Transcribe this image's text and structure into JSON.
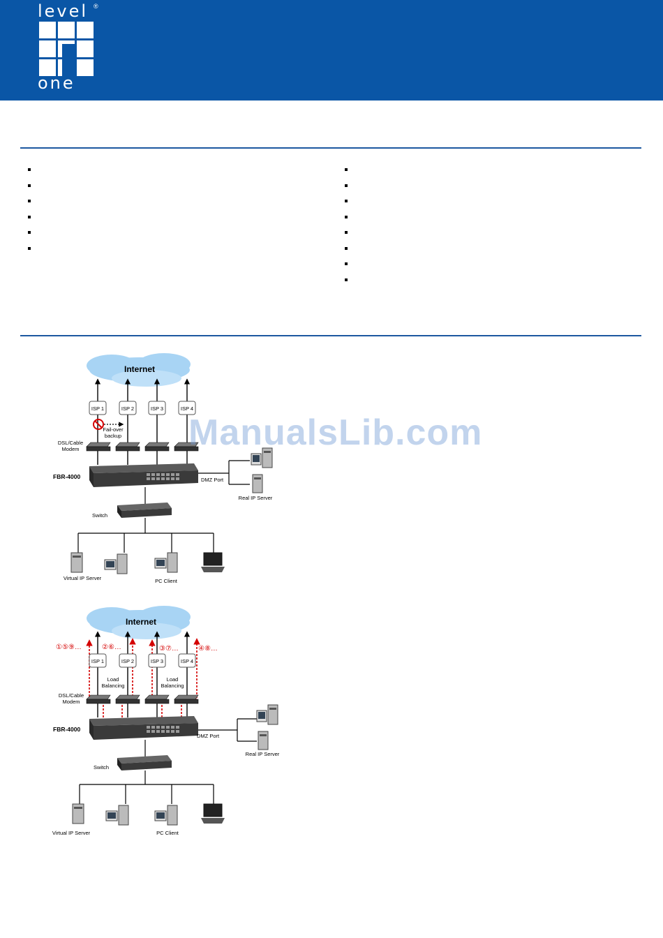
{
  "logo": {
    "top_word": "level",
    "bottom_word": "one",
    "mark": "®"
  },
  "features_left": [
    "",
    "",
    "",
    "",
    "",
    ""
  ],
  "features_right": [
    "",
    "",
    "",
    "",
    "",
    "",
    "",
    ""
  ],
  "watermark": "ManualsLib.com",
  "diagram1": {
    "cloud": "Internet",
    "isps": [
      "ISP 1",
      "ISP 2",
      "ISP 3",
      "ISP 4"
    ],
    "failover_1": "Fail-over",
    "failover_2": "backup",
    "modem_1": "DSL/Cable",
    "modem_2": "Modem",
    "router": "FBR-4000",
    "dmz": "DMZ Port",
    "real_ip": "Real IP Server",
    "switch": "Switch",
    "virtual_ip": "Virtual IP Server",
    "pc_client": "PC Client"
  },
  "diagram2": {
    "cloud": "Internet",
    "isps": [
      "ISP 1",
      "ISP 2",
      "ISP 3",
      "ISP 4"
    ],
    "seq": [
      "①⑤⑨…",
      "②⑥…",
      "③⑦…",
      "④⑧…"
    ],
    "lb_1": "Load",
    "lb_2": "Balancing",
    "modem_1": "DSL/Cable",
    "modem_2": "Modem",
    "router": "FBR-4000",
    "dmz": "DMZ Port",
    "real_ip": "Real IP Server",
    "switch": "Switch",
    "virtual_ip": "Virtual IP Server",
    "pc_client": "PC Client"
  },
  "colors": {
    "header": "#0a56a6",
    "rule": "#1c57a0",
    "traffic": "#d40000"
  }
}
